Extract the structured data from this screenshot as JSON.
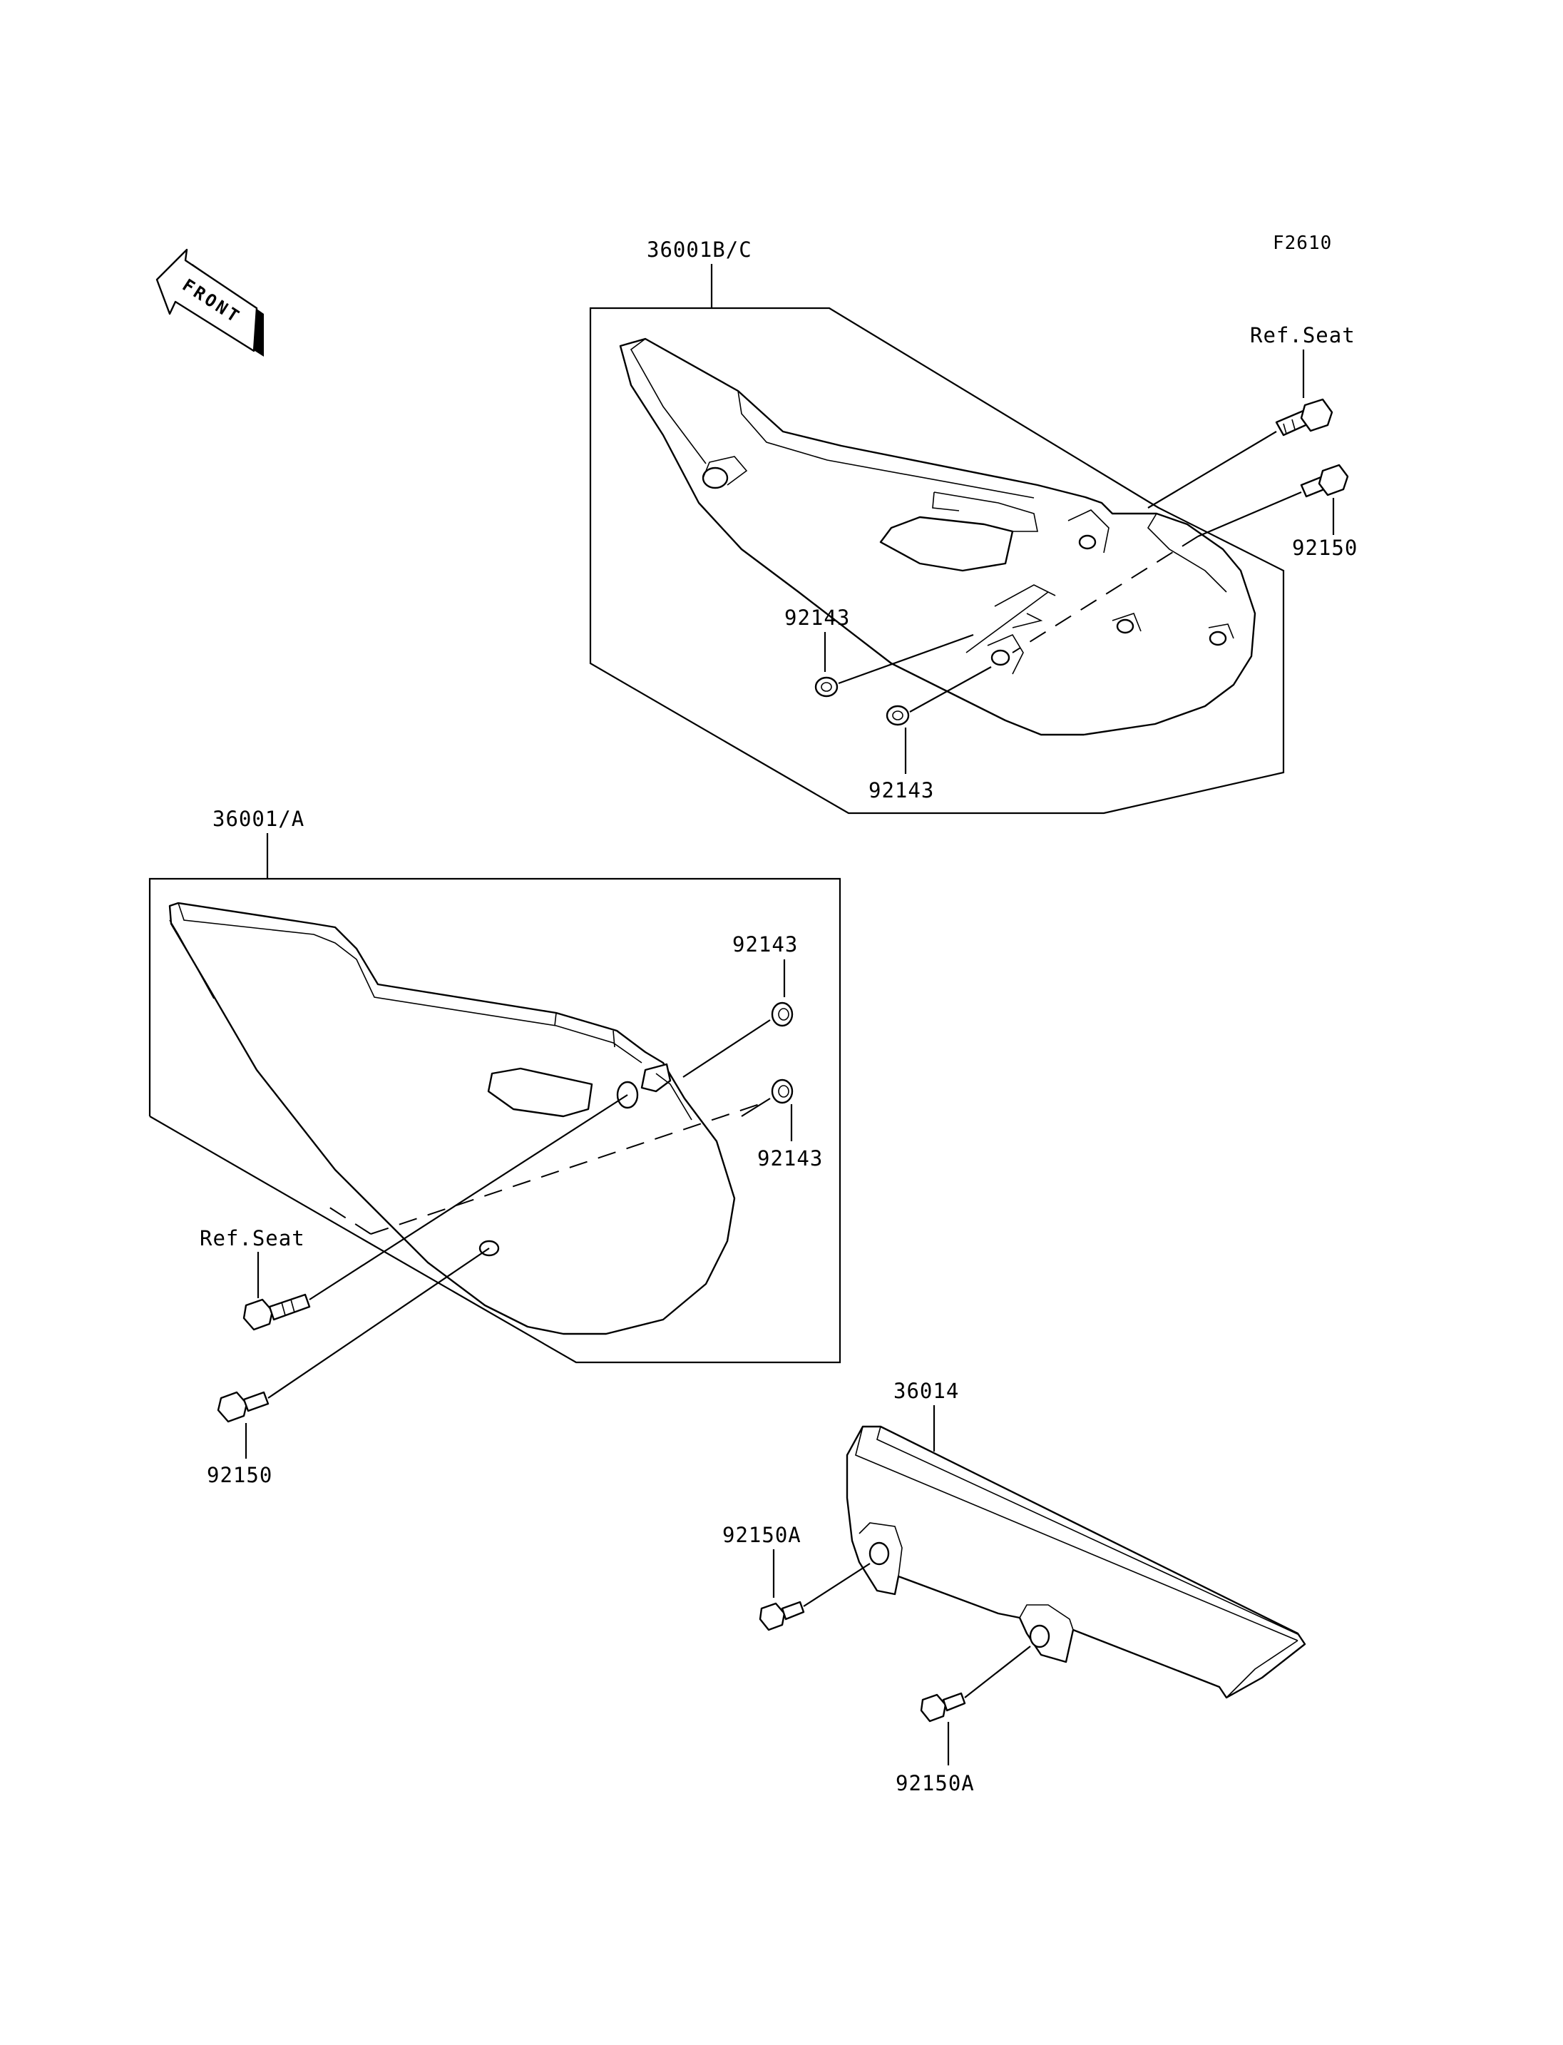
{
  "diagram_code": "F2610",
  "front_label": "FRONT",
  "callouts": {
    "upper_cover": "36001B/C",
    "upper_ref_seat": "Ref.Seat",
    "upper_bolt": "92150",
    "upper_washer_1": "92143",
    "upper_washer_2": "92143",
    "lower_cover": "36001/A",
    "lower_washer_1": "92143",
    "lower_washer_2": "92143",
    "lower_ref_seat": "Ref.Seat",
    "lower_bolt": "92150",
    "chain_guard": "36014",
    "chain_bolt_1": "92150A",
    "chain_bolt_2": "92150A"
  }
}
